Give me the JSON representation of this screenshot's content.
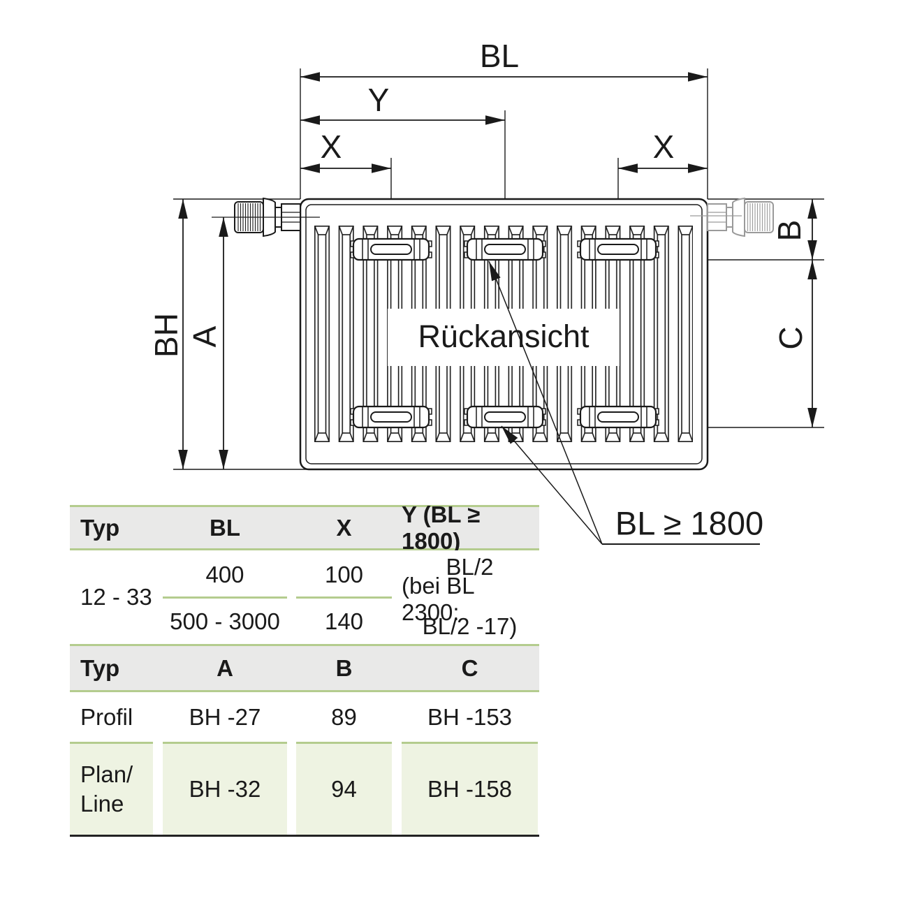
{
  "drawing": {
    "dim_labels": {
      "bl": "BL",
      "y": "Y",
      "x_left": "X",
      "x_right": "X",
      "bh": "BH",
      "a": "A",
      "b": "B",
      "c": "C"
    },
    "view_label": "Rückansicht",
    "callout_label": "BL ≥ 1800"
  },
  "table_connections": {
    "headers": {
      "typ": "Typ",
      "bl": "BL",
      "x": "X",
      "y": "Y (BL ≥ 1800)"
    },
    "row": {
      "typ": "12 - 33",
      "bl_small": "400",
      "bl_large": "500 - 3000",
      "x_small": "100",
      "x_large": "140",
      "y_line1": "BL/2",
      "y_line2": "(bei BL 2300:",
      "y_line3": "BL/2 -17)"
    }
  },
  "table_dimensions": {
    "headers": {
      "typ": "Typ",
      "a": "A",
      "b": "B",
      "c": "C"
    },
    "rows": [
      {
        "typ": "Profil",
        "a": "BH -27",
        "b": "89",
        "c": "BH -153"
      },
      {
        "typ_line1": "Plan/",
        "typ_line2": "Line",
        "a": "BH -32",
        "b": "94",
        "c": "BH -158"
      }
    ]
  },
  "colors": {
    "accent_green": "#b4cc8e",
    "row_green_bg": "#eef3e2",
    "header_gray_bg": "#e9e9e8",
    "line_black": "#1a1a1a",
    "valve_gray": "#9a9a9a"
  }
}
